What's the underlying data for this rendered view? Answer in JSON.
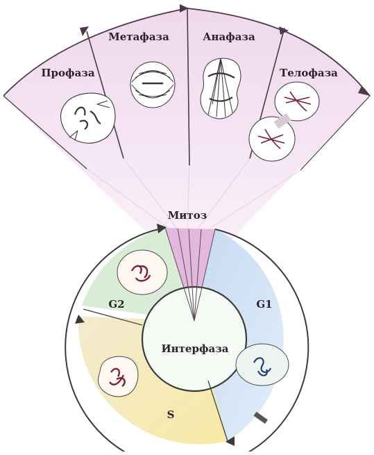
{
  "phases": {
    "prophase": "Профаза",
    "metaphase": "Метафаза",
    "anaphase": "Анафаза",
    "telophase": "Телофаза"
  },
  "mitosis": "Митоз",
  "interphase": "Интерфаза",
  "stages": {
    "g1": "G1",
    "s": "S",
    "g2": "G2"
  },
  "colors": {
    "fan_fill": "#f3e3f1",
    "fan_stroke": "#4a3a4a",
    "mitosis_wedge": "#e2b9dc",
    "g1": "#cfe2f5",
    "s": "#f6ecb8",
    "g2": "#d8ecd6",
    "inner": "#f4f8f4",
    "chromosome": "#7a1f3c",
    "chromosome_g1": "#1f3f7a"
  }
}
